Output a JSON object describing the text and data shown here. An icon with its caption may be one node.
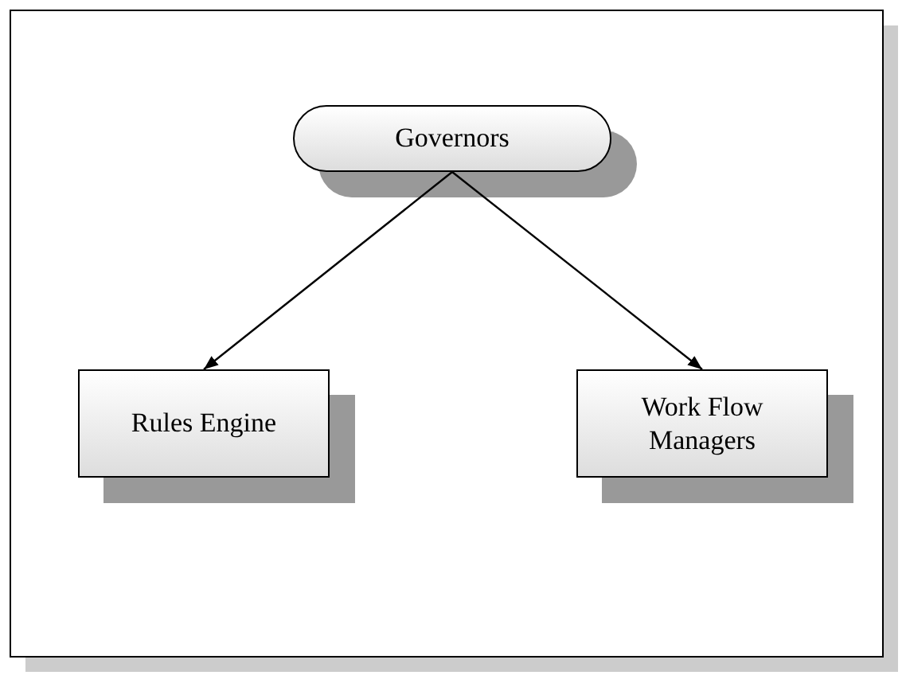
{
  "diagram": {
    "nodes": [
      {
        "text": [
          "Governors"
        ]
      },
      {
        "text": [
          "Rules Engine"
        ]
      },
      {
        "text": [
          "Work Flow Managers"
        ]
      }
    ],
    "edges": [
      {
        "from": 0,
        "to": 1,
        "arrow": "to"
      },
      {
        "from": 0,
        "to": 2,
        "arrow": "to"
      }
    ]
  }
}
